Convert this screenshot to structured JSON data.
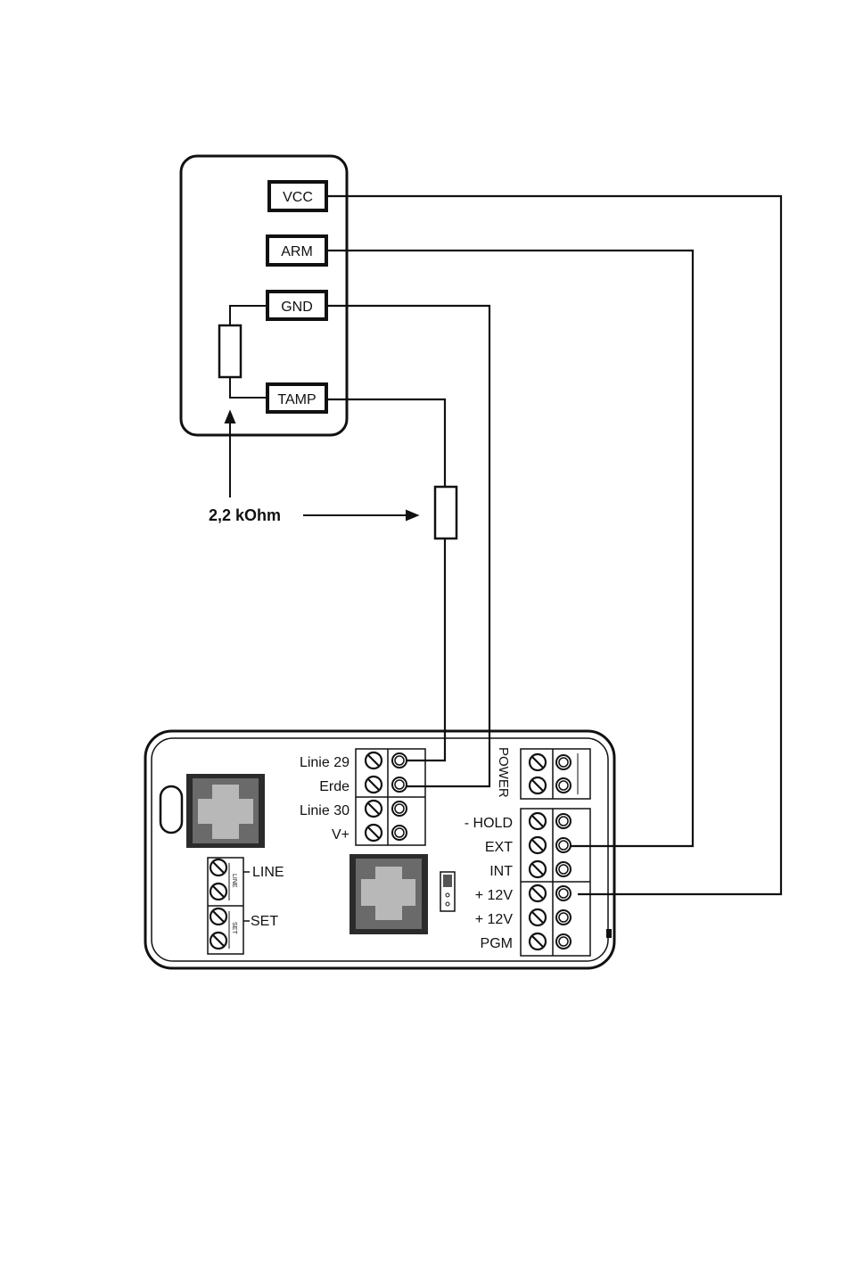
{
  "colors": {
    "ink": "#111111",
    "jack_fill": "#b8b8b8",
    "jack_frame": "#2b2b2b"
  },
  "sensor": {
    "terminals": [
      "VCC",
      "ARM",
      "GND",
      "TAMP"
    ]
  },
  "resistor_label": "2,2 kOhm",
  "panel": {
    "left_block": [
      "Linie 29",
      "Erde",
      "Linie 30",
      "V+"
    ],
    "power_label": "POWER",
    "right_block": [
      "- HOLD",
      "EXT",
      "INT",
      "+ 12V",
      "+ 12V",
      "PGM"
    ],
    "small_block": [
      "LINE",
      "SET"
    ],
    "small_block_tiny": [
      "LINE",
      "SET"
    ]
  }
}
